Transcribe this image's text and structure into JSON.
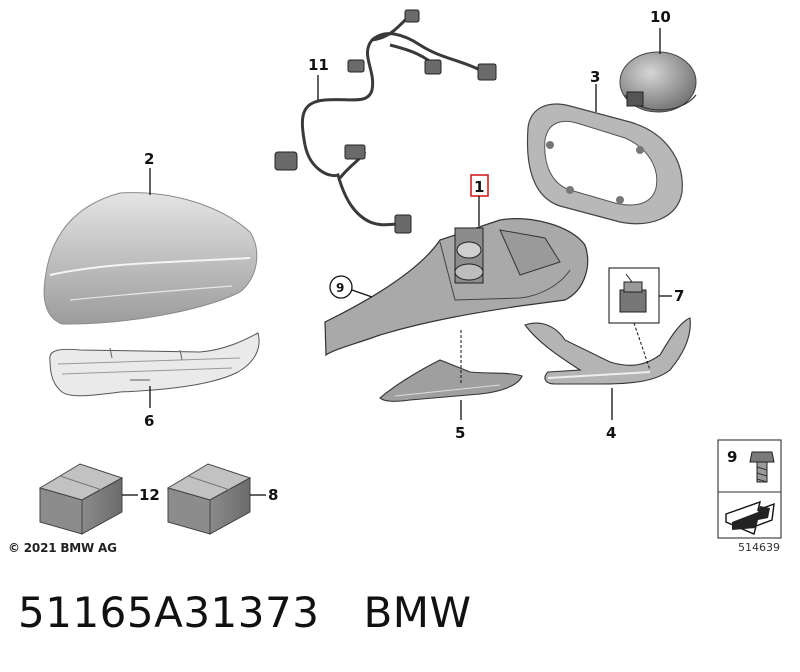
{
  "callouts": {
    "c1": "1",
    "c2": "2",
    "c3": "3",
    "c4": "4",
    "c5": "5",
    "c6": "6",
    "c7": "7",
    "c8": "8",
    "c9": "9",
    "c10": "10",
    "c11": "11",
    "c12": "12"
  },
  "legend_box": {
    "label": "9"
  },
  "copyright": "© 2021 BMW AG",
  "diagram_ref": "514639",
  "part_number": "51165A31373",
  "brand": "BMW",
  "colors": {
    "highlight_box": "#d22020",
    "part_fill": "#c9c9c9",
    "line": "#111111"
  }
}
